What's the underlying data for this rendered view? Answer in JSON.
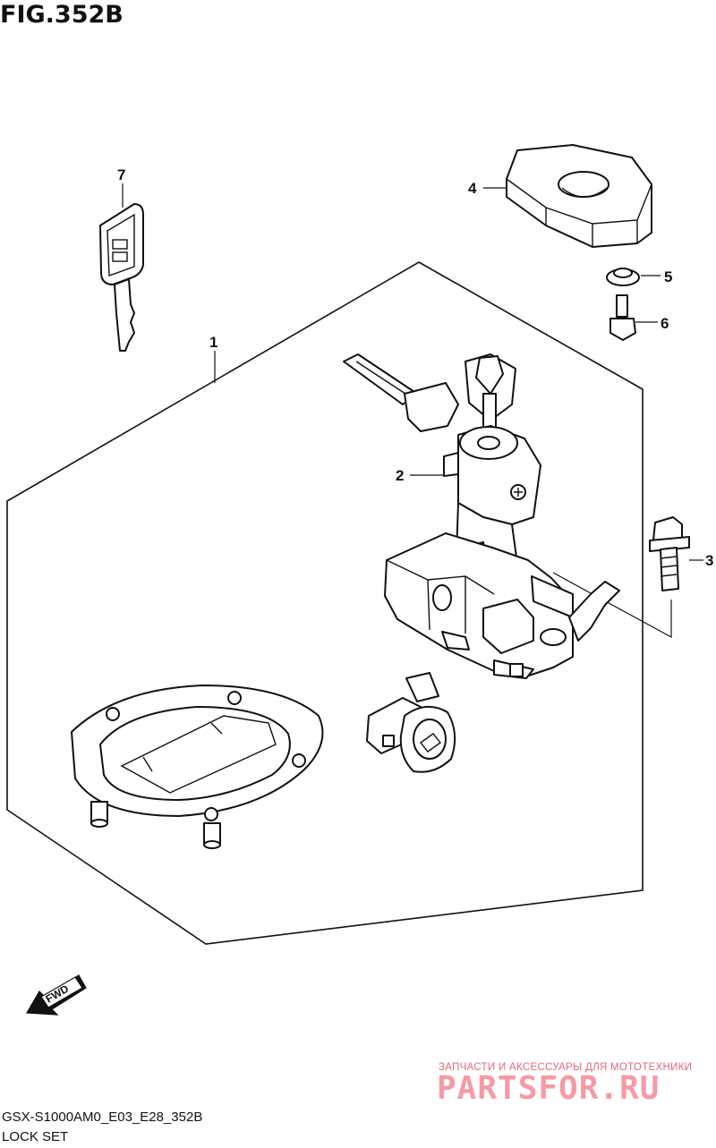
{
  "figure": {
    "title": "FIG.352B",
    "code": "GSX-S1000AM0_E03_E28_352B",
    "caption": "LOCK SET"
  },
  "callouts": [
    "1",
    "2",
    "3",
    "4",
    "5",
    "6",
    "7"
  ],
  "direction_badge": "FWD",
  "watermark": {
    "tagline": "ЗАПЧАСТИ И АКСЕССУАРЫ ДЛЯ МОТОТЕХНИКИ",
    "brand": "PARTSFOR.RU"
  }
}
